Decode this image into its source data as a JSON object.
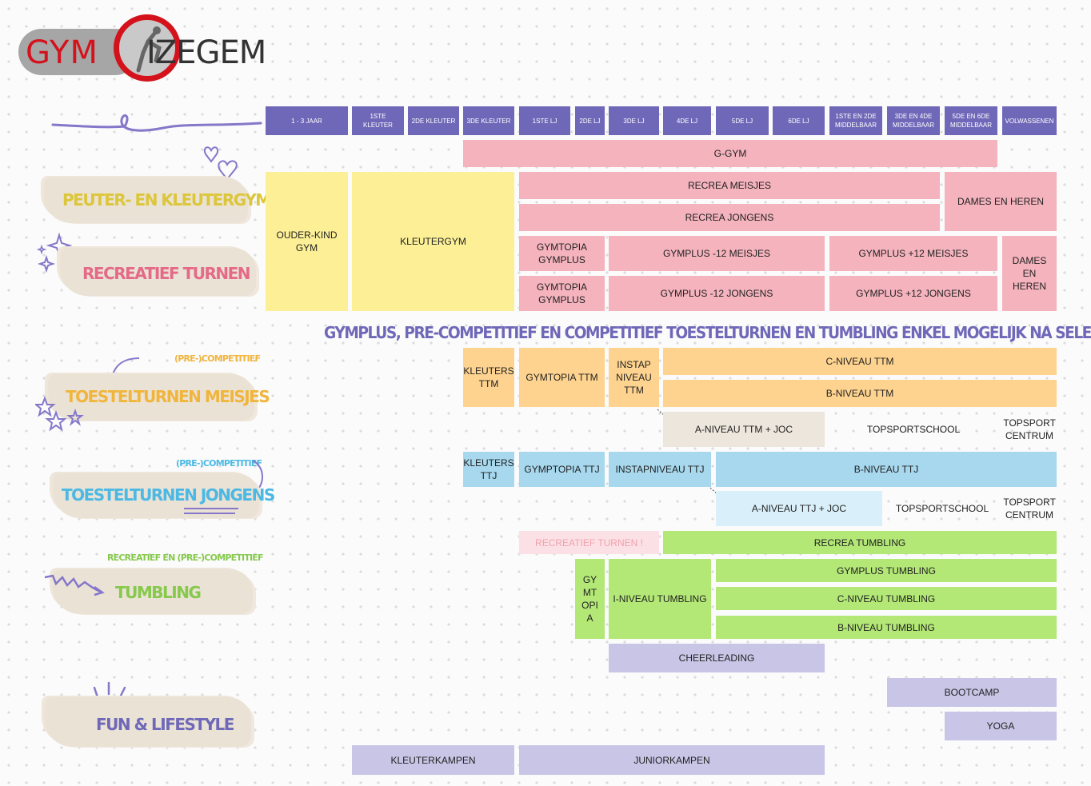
{
  "logo": {
    "left": "GYM",
    "right": "IZEGEM"
  },
  "headers": [
    "1 - 3 JAAR",
    "1STE KLEUTER",
    "2DE KLEUTER",
    "3DE KLEUTER",
    "1STE LJ",
    "2DE LJ",
    "3DE LJ",
    "4DE LJ",
    "5DE LJ",
    "6DE LJ",
    "1STE EN 2DE MIDDELBAAR",
    "3DE EN 4DE MIDDELBAAR",
    "5DE EN 6DE MIDDELBAAR",
    "VOLWASSENEN"
  ],
  "categories": {
    "peuter": "PEUTER- EN KLEUTERGYM",
    "recreatief": "RECREATIEF TURNEN",
    "meisjes_sub": "(PRE-)COMPETITIEF",
    "meisjes": "TOESTELTURNEN MEISJES",
    "jongens_sub": "(PRE-)COMPETITIEF",
    "jongens": "TOESTELTURNEN JONGENS",
    "tumbling_sub": "RECREATIEF EN (PRE-)COMPETITIEF",
    "tumbling": "TUMBLING",
    "fun": "FUN & LIFESTYLE"
  },
  "banner": "GYMPLUS, PRE-COMPETITIEF EN COMPETITIEF TOESTELTURNEN EN TUMBLING ENKEL MOGELIJK NA SELECTIE",
  "recreatief": {
    "ggym": "G-GYM",
    "ouder_kind": "OUDER-KIND GYM",
    "kleutergym": "KLEUTERGYM",
    "recrea_meisjes": "RECREA MEISJES",
    "recrea_jongens": "RECREA JONGENS",
    "dames_heren_1": "DAMES EN HEREN",
    "gymtopia_1": "GYMTOPIA GYMPLUS",
    "gymplus_m12_m": "GYMPLUS -12 MEISJES",
    "gymplus_p12_m": "GYMPLUS +12 MEISJES",
    "gymtopia_2": "GYMTOPIA GYMPLUS",
    "gymplus_m12_j": "GYMPLUS -12 JONGENS",
    "gymplus_p12_j": "GYMPLUS +12 JONGENS",
    "dames_heren_2": "DAMES EN HEREN"
  },
  "meisjes": {
    "kleuters": "KLEUTERS TTM",
    "gymtopia": "GYMTOPIA TTM",
    "instap": "INSTAP NIVEAU TTM",
    "c_niveau": "C-NIVEAU TTM",
    "b_niveau": "B-NIVEAU TTM",
    "a_niveau": "A-NIVEAU TTM + JOC",
    "topsportschool": "TOPSPORTSCHOOL",
    "topsport": "TOPSPORT CENTRUM"
  },
  "jongens": {
    "kleuters": "KLEUTERS TTJ",
    "gymtopia": "GYMPTOPIA TTJ",
    "instap": "INSTAPNIVEAU TTJ",
    "b_niveau": "B-NIVEAU TTJ",
    "a_niveau": "A-NIVEAU TTJ + JOC",
    "topsportschool": "TOPSPORTSCHOOL",
    "topsport": "TOPSPORT CENTRUM"
  },
  "tumbling": {
    "recreatief": "RECREATIEF TURNEN !",
    "recrea": "RECREA TUMBLING",
    "gymtopia": "GY MT OPI A",
    "i_niveau": "I-NIVEAU TUMBLING",
    "gymplus": "GYMPLUS TUMBLING",
    "c_niveau": "C-NIVEAU TUMBLING",
    "b_niveau": "B-NIVEAU TUMBLING"
  },
  "fun": {
    "cheerleading": "CHEERLEADING",
    "bootcamp": "BOOTCAMP",
    "yoga": "YOGA",
    "kleuterkampen": "KLEUTERKAMPEN",
    "juniorkampen": "JUNIORKAMPEN"
  },
  "colors": {
    "header": "#6f68b8",
    "pink": "#f4b3bd",
    "yellow": "#fcef96",
    "orange": "#fed38f",
    "beige": "#ede6dc",
    "blue": "#a7d8ee",
    "green": "#b3e776",
    "purple": "#c8c5e6",
    "logo_red": "#d4121c"
  }
}
